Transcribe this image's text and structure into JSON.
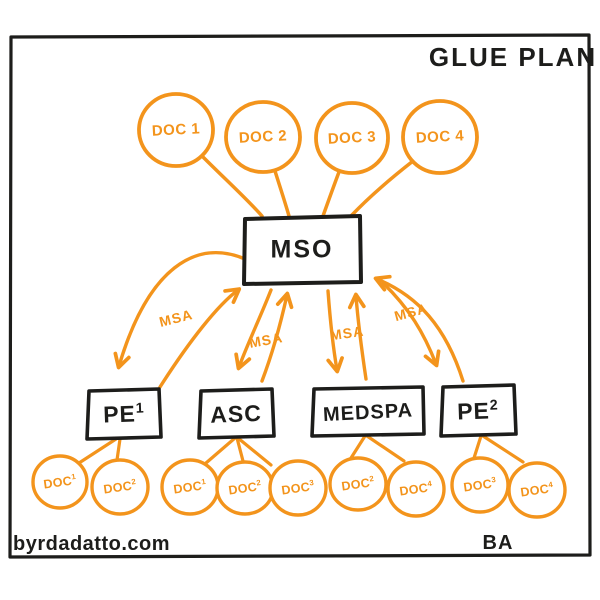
{
  "title": "GLUE PLAN",
  "footer": {
    "watermark": "byrdadatto.com",
    "signature": "BA"
  },
  "colors": {
    "ink": "#1d1d1b",
    "accent": "#F3941C"
  },
  "hub": {
    "label": "MSO"
  },
  "top_docs": [
    "DOC 1",
    "DOC 2",
    "DOC 3",
    "DOC 4"
  ],
  "msa_labels": [
    "MSA",
    "MSA",
    "MSA",
    "MSA"
  ],
  "entities": [
    {
      "name": "PE",
      "sup": "1"
    },
    {
      "name": "ASC",
      "sup": ""
    },
    {
      "name": "MEDSPA",
      "sup": ""
    },
    {
      "name": "PE",
      "sup": "2"
    }
  ],
  "bottom_docs": [
    {
      "name": "DOC",
      "sup": "1"
    },
    {
      "name": "DOC",
      "sup": "2"
    },
    {
      "name": "DOC",
      "sup": "1"
    },
    {
      "name": "DOC",
      "sup": "2"
    },
    {
      "name": "DOC",
      "sup": "3"
    },
    {
      "name": "DOC",
      "sup": "2"
    },
    {
      "name": "DOC",
      "sup": "4"
    },
    {
      "name": "DOC",
      "sup": "3"
    },
    {
      "name": "DOC",
      "sup": "4"
    }
  ]
}
